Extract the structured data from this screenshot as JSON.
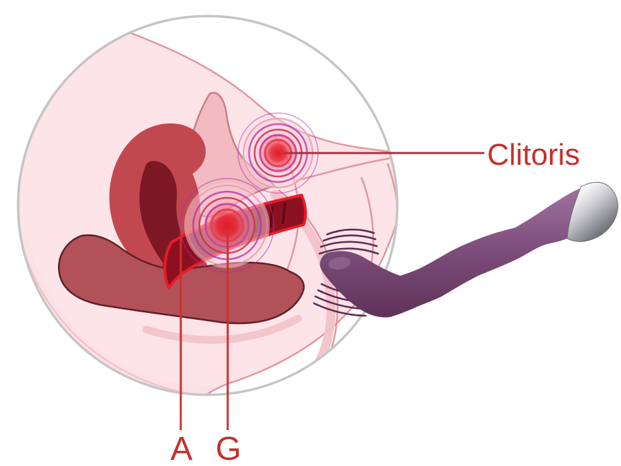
{
  "figure": {
    "description": "Anatomical cross-section diagram showing stimulation spots with a curved massager device",
    "labels": {
      "clitoris": "Clitoris",
      "a_spot": "A",
      "g_spot": "G"
    }
  },
  "colors": {
    "label_red": "#c5302e",
    "pointer_red": "#cd312c",
    "pointer_dark": "#a8333e",
    "circle_stroke": "#c6c5c5",
    "body_pink": "#fce4e8",
    "contour_pink": "#e297a1",
    "bone_pink": "#f2bac1",
    "bone_outline": "#cb7c87",
    "uterus_red": "#c24850",
    "uterus_cavity": "#7c1823",
    "cervix_red": "#9a1824",
    "canal_dark": "#8c1120",
    "canal_outline": "#ea1b27",
    "rectum": "#b25158",
    "rectum_outline": "#5e2126",
    "ring_crimson": "#ce2952",
    "ring_magenta": "#b52ba5",
    "glow_red": "#e01b24",
    "halo_pink": "#f7d2db",
    "device_purple": "#7f4e7c",
    "device_light": "#9f76a1",
    "device_dark": "#5d3057",
    "vibration": "#5e2c55",
    "chrome_light": "#ffffff",
    "chrome_dark": "#45454c"
  }
}
